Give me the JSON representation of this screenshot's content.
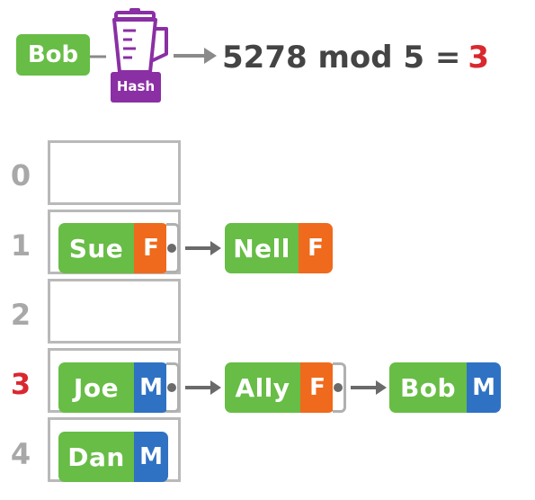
{
  "top": {
    "key": "Bob",
    "hash_label": "Hash",
    "equation": "5278 mod 5 =",
    "result": "3"
  },
  "table": {
    "indices": [
      "0",
      "1",
      "2",
      "3",
      "4"
    ],
    "highlighted_index": "3"
  },
  "buckets": {
    "b1": [
      {
        "name": "Sue",
        "tag": "F"
      },
      {
        "name": "Nell",
        "tag": "F"
      }
    ],
    "b3": [
      {
        "name": "Joe",
        "tag": "M"
      },
      {
        "name": "Ally",
        "tag": "F"
      },
      {
        "name": "Bob",
        "tag": "M"
      }
    ],
    "b4": [
      {
        "name": "Dan",
        "tag": "M"
      }
    ]
  },
  "colors": {
    "node_green": "#67bd45",
    "female_orange": "#ef6a1c",
    "male_blue": "#2f72c4",
    "hash_purple": "#8a2fa4",
    "result_red": "#d9282f",
    "table_grey": "#b9b9b9"
  }
}
